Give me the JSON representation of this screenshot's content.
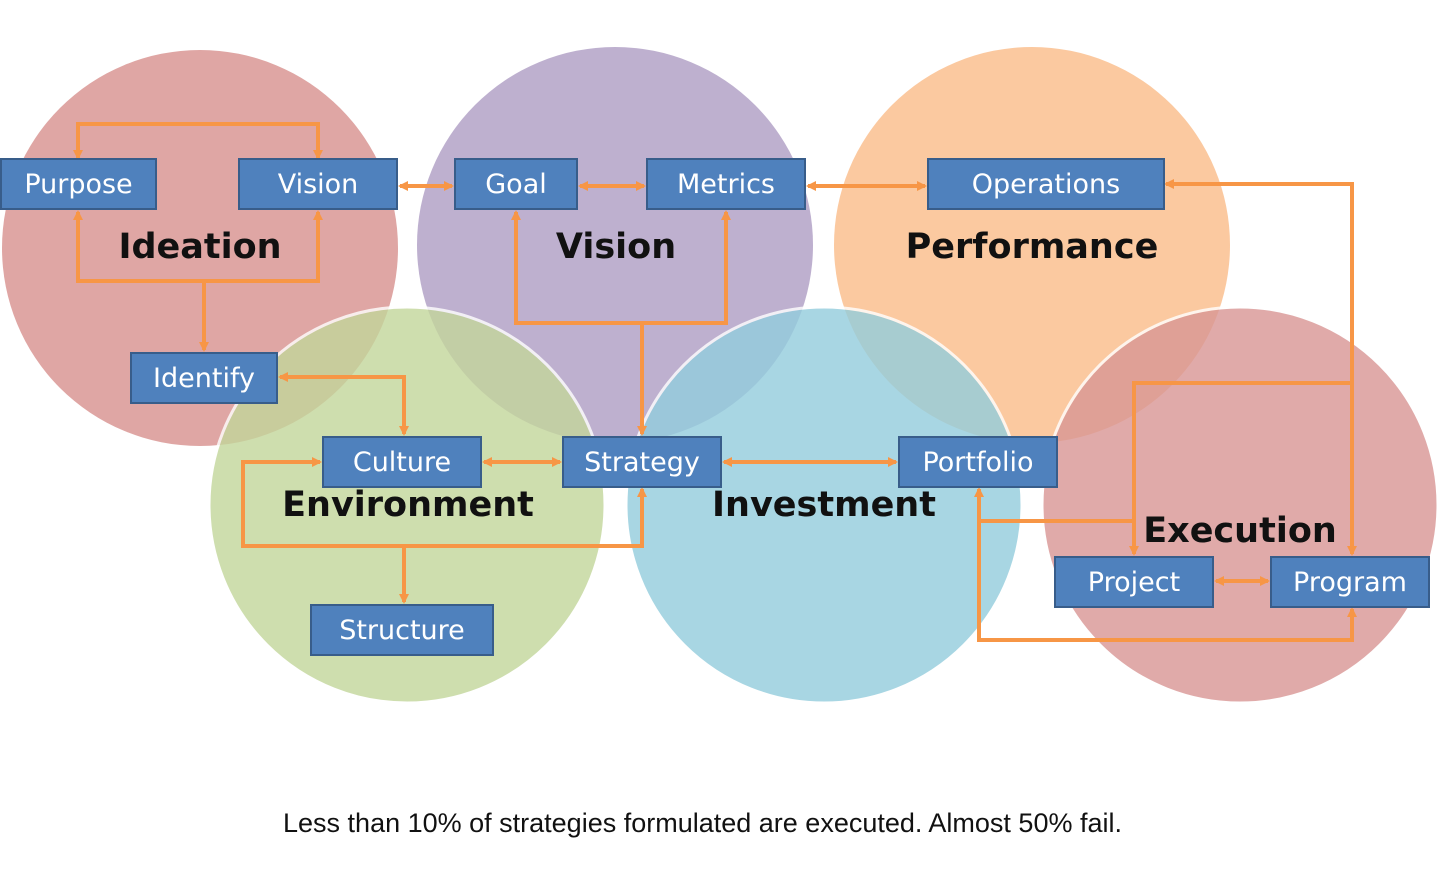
{
  "colors": {
    "ideation": "#d99694",
    "vision": "#b3a2c7",
    "performance": "#fac08f",
    "environment": "#c3d69b",
    "investment": "#93cddd",
    "execution": "#d99694",
    "node_fill": "#4f81bd",
    "node_border": "#385d8a",
    "arrow": "#f79646"
  },
  "groups": {
    "ideation": "Ideation",
    "vision": "Vision",
    "performance": "Performance",
    "environment": "Environment",
    "investment": "Investment",
    "execution": "Execution"
  },
  "nodes": {
    "purpose": "Purpose",
    "vision": "Vision",
    "identify": "Identify",
    "goal": "Goal",
    "metrics": "Metrics",
    "operations": "Operations",
    "culture": "Culture",
    "strategy": "Strategy",
    "portfolio": "Portfolio",
    "structure": "Structure",
    "project": "Project",
    "program": "Program"
  },
  "caption": "Less than 10% of strategies formulated are executed. Almost 50% fail."
}
